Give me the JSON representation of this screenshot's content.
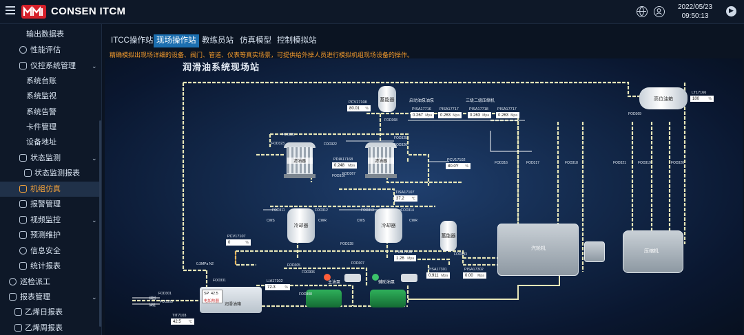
{
  "header": {
    "brand": "CONSEN ITCM",
    "date": "2022/05/23",
    "time": "09:50:13",
    "colors": {
      "background": "#0e1828",
      "logo": "#d6202a",
      "accent": "#1c6fb0",
      "active_menu": "#f2a13a"
    }
  },
  "sidebar": {
    "items": [
      {
        "label": "输出数据表",
        "icon": "",
        "expandable": false
      },
      {
        "label": "性能评估",
        "icon": "gauge-icon",
        "expandable": false
      },
      {
        "label": "仪控系统管理",
        "icon": "instrument-icon",
        "expandable": true
      },
      {
        "label": "系统台账",
        "icon": "",
        "expandable": false
      },
      {
        "label": "系统监视",
        "icon": "",
        "expandable": false
      },
      {
        "label": "系统告警",
        "icon": "",
        "expandable": false
      },
      {
        "label": "卡件管理",
        "icon": "",
        "expandable": false
      },
      {
        "label": "设备地址",
        "icon": "",
        "expandable": false
      },
      {
        "label": "状态监测",
        "icon": "monitor-icon",
        "expandable": true
      },
      {
        "label": "状态监测报表",
        "icon": "report-icon",
        "expandable": false
      },
      {
        "label": "机组仿真",
        "icon": "simulation-icon",
        "expandable": false,
        "active": true
      },
      {
        "label": "报警管理",
        "icon": "alarm-icon",
        "expandable": false
      },
      {
        "label": "视频监控",
        "icon": "video-icon",
        "expandable": true
      },
      {
        "label": "预测维护",
        "icon": "wrench-icon",
        "expandable": false
      },
      {
        "label": "信息安全",
        "icon": "shield-icon",
        "expandable": false
      },
      {
        "label": "统计报表",
        "icon": "chart-icon",
        "expandable": false
      },
      {
        "label": "巡检派工",
        "icon": "patrol-icon",
        "expandable": false
      },
      {
        "label": "报表管理",
        "icon": "report-icon",
        "expandable": true
      },
      {
        "label": "乙烯日报表",
        "icon": "report-icon",
        "expandable": false
      },
      {
        "label": "乙烯周报表",
        "icon": "report-icon",
        "expandable": false
      }
    ]
  },
  "tabs": [
    {
      "label": "ITCC操作站",
      "active": false
    },
    {
      "label": "现场操作站",
      "active": true
    },
    {
      "label": "教练员站",
      "active": false
    },
    {
      "label": "仿真模型",
      "active": false
    },
    {
      "label": "控制模拟站",
      "active": false
    }
  ],
  "description": "精确模拟出现场详细的设备、阀门、管道、仪表等真实场景，可提供给外操人员进行模拟机组现场设备的操作。",
  "diagram": {
    "title": "润滑油系统现场站",
    "equipment": {
      "filter_1": "滤油器",
      "filter_2": "滤油器",
      "cooler_1": "冷却器",
      "cooler_2": "冷却器",
      "accumulator_top": "蓄能器",
      "accumulator_mid": "蓄能器",
      "high_tank": "高位油箱",
      "turbine": "汽轮机",
      "compressor": "压缩机",
      "oil_tank": "润滑油箱",
      "main_pump": "主油泵",
      "aux_pump": "辅助油泵"
    },
    "section_labels": {
      "start_pump": "启动油泵油泵",
      "compressor_label": "三级二级压缩机"
    },
    "readouts": [
      {
        "tag": "PCV17108",
        "value": "80.01",
        "unit": "%"
      },
      {
        "tag": "PISA17716",
        "value": "0.267",
        "unit": "Mpa"
      },
      {
        "tag": "PISA17717",
        "value": "0.263",
        "unit": "Mpa"
      },
      {
        "tag": "PISA17718",
        "value": "0.263",
        "unit": "Mpa"
      },
      {
        "tag": "PISA17717",
        "value": "0.263",
        "unit": "Mpa"
      },
      {
        "tag": "LT17166",
        "value": "100",
        "unit": "%"
      },
      {
        "tag": "PDIA17168",
        "value": "0.248",
        "unit": "Mpa"
      },
      {
        "tag": "PCV17102",
        "value": "80.0Y",
        "unit": "%"
      },
      {
        "tag": "TISA17107",
        "value": "37.2",
        "unit": "℃"
      },
      {
        "tag": "PCV17107",
        "value": "0",
        "unit": "%"
      },
      {
        "tag": "PIA17108",
        "value": "1.26",
        "unit": "Mpa"
      },
      {
        "tag": "PISA17301",
        "value": "0.911",
        "unit": "Mpa"
      },
      {
        "tag": "PISA17302",
        "value": "0.00",
        "unit": "Mpa"
      },
      {
        "tag": "LIA17102",
        "value": "72.3",
        "unit": "%"
      },
      {
        "tag": "TIT7103",
        "value": "42.5",
        "unit": "℃"
      }
    ],
    "tank_setpoint": {
      "sp_label": "SP",
      "sp_value": "42.5",
      "sub": "电加热器"
    },
    "pipe_labels": {
      "f0321_a": "FOD321",
      "f0323": "FOD323",
      "f0322": "FOD322",
      "f0325": "FOD325",
      "f0326": "FOD326",
      "f0310": "FOD310",
      "f0311": "FOD311",
      "f0312": "FOD312",
      "f0313": "FOD313",
      "f0314": "FOD314",
      "f0316": "FOD316",
      "f0317": "FOD317",
      "f0318": "FOD318",
      "f0321_b": "FOD321",
      "f0319": "FOD319",
      "f0320": "FOD320",
      "f0368": "FOD368",
      "f0367": "FOD367",
      "f0369": "FOD369",
      "f0333": "FOD333",
      "f0305": "FOD305",
      "f0306": "FOD306",
      "f0307": "FOD307",
      "f0328": "FOD328",
      "f0331": "FOD331",
      "f0301": "FOD301",
      "f0303": "FOD303",
      "f0308": "FOD308",
      "cws_1": "CWS",
      "cwr_1": "CWR",
      "cws_2": "CWS",
      "cwr_2": "CWR",
      "n2": "0.3MPa N2",
      "ow_in": "油回",
      "ow_out": "油进"
    }
  }
}
